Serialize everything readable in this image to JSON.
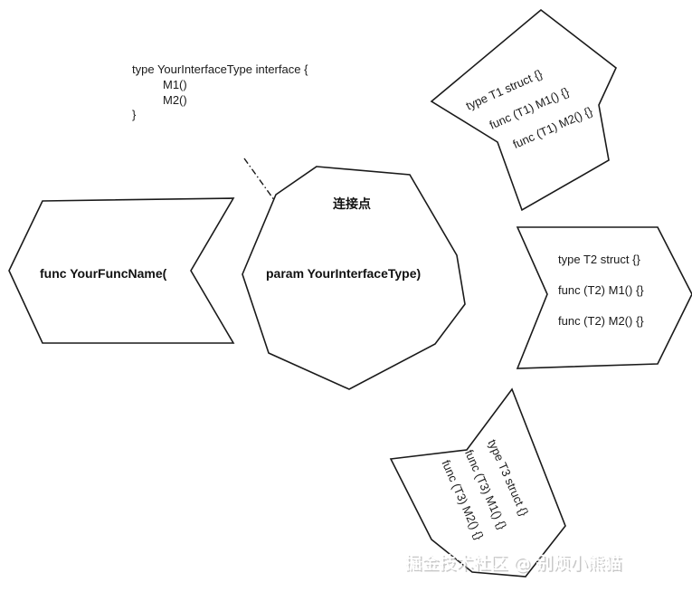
{
  "interface_def": {
    "line1": "type YourInterfaceType interface {",
    "line2": "M1()",
    "line3": "M2()",
    "line4": "}"
  },
  "func_shape": {
    "label": "func YourFuncName("
  },
  "param_shape": {
    "connection_label": "连接点",
    "label": "param YourInterfaceType)"
  },
  "t1_shape": {
    "line1": "type T1 struct {}",
    "line2": "func (T1) M1() {}",
    "line3": "func (T1) M2() {}"
  },
  "t2_shape": {
    "line1": "type T2 struct {}",
    "line2": "func (T2) M1() {}",
    "line3": "func (T2) M2() {}"
  },
  "t3_shape": {
    "line1": "type T3 struct {}",
    "line2": "func (T3) M1() {}",
    "line3": "func (T3) M2() {}"
  },
  "watermark": {
    "text": "掘金技术社区 @ 别烦小熊猫"
  },
  "colors": {
    "stroke": "#1a1a1a",
    "background": "#ffffff"
  }
}
